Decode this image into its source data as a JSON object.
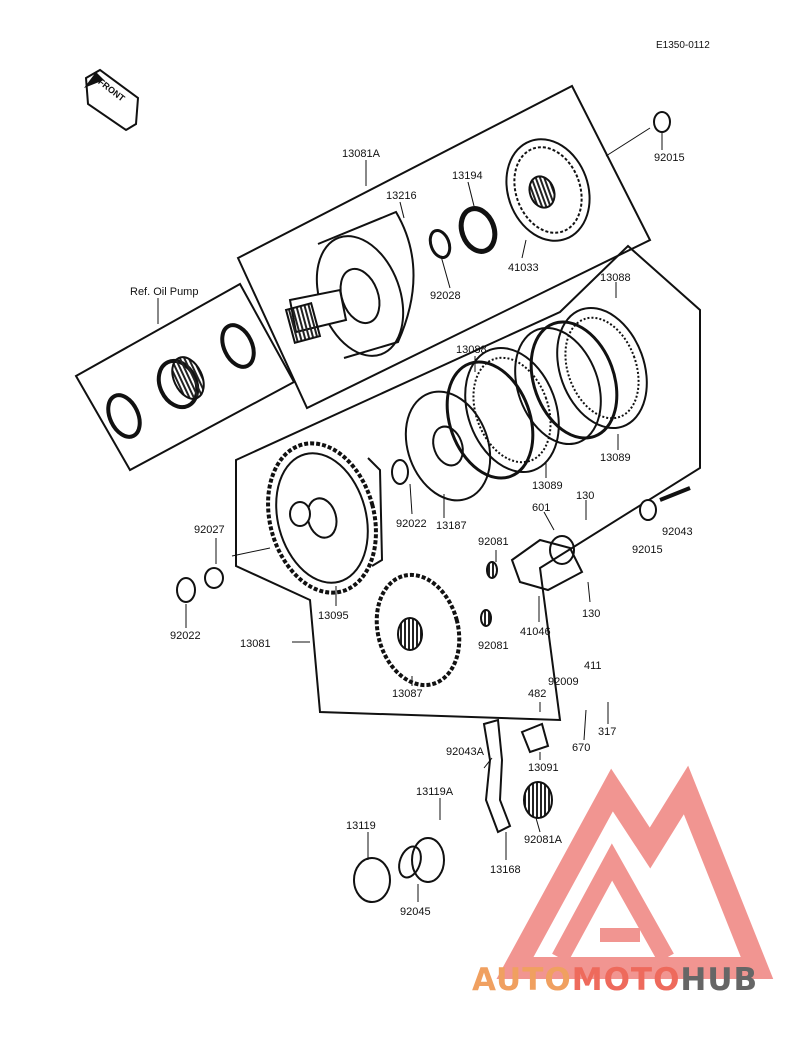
{
  "diagram": {
    "code": "E1350-0112",
    "front_label": "FRONT",
    "labels": {
      "p92015_top": "92015",
      "p13081A": "13081A",
      "p13194": "13194",
      "p13216": "13216",
      "p92028": "92028",
      "p41033": "41033",
      "ref_oil_pump": "Ref. Oil Pump",
      "p13088_a": "13088",
      "p13088_b": "13088",
      "p13089_a": "13089",
      "p13089_b": "13089",
      "p130_top": "130",
      "p601": "601",
      "p92043": "92043",
      "p92015_mid": "92015",
      "p92027": "92027",
      "p92022_mid": "92022",
      "p13187": "13187",
      "p92081_a": "92081",
      "p92081_b": "92081",
      "p92022_left": "92022",
      "p13095": "13095",
      "p13081": "13081",
      "p41046": "41046",
      "p130_bot": "130",
      "p13087": "13087",
      "p411": "411",
      "p92009": "92009",
      "p482": "482",
      "p317": "317",
      "p670": "670",
      "p92043A": "92043A",
      "p13091": "13091",
      "p13119A": "13119A",
      "p13119": "13119",
      "p92081A": "92081A",
      "p13168": "13168",
      "p92045": "92045"
    }
  },
  "watermark": {
    "brand_a": "AUTO",
    "brand_b": "MOTO",
    "brand_c": "HUB",
    "logo_color": "#f08a86"
  }
}
